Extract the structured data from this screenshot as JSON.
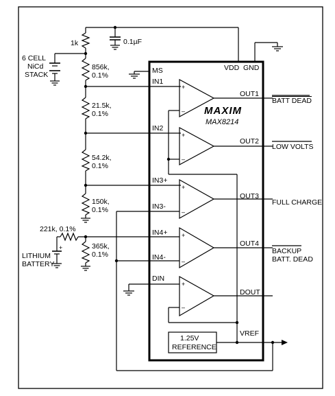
{
  "ic": {
    "logo": "MAXIM",
    "part": "MAX8214",
    "pins": {
      "vdd": "VDD",
      "gnd": "GND",
      "ms": "MS",
      "in1": "IN1",
      "in2": "IN2",
      "in3p": "IN3+",
      "in3m": "IN3-",
      "in4p": "IN4+",
      "in4m": "IN4-",
      "din": "DIN",
      "out1": "OUT1",
      "out2": "OUT2",
      "out3": "OUT3",
      "out4": "OUT4",
      "dout": "DOUT",
      "vref": "VREF"
    },
    "reference": {
      "line1": "1.25V",
      "line2": "REFERENCE"
    }
  },
  "components": {
    "r_top": "1k",
    "cap": "0.1µF",
    "battery1": {
      "line1": "6 CELL",
      "line2": "NiCd",
      "line3": "STACK"
    },
    "r1": {
      "value": "856k,",
      "tol": "0.1%"
    },
    "r2": {
      "value": "21.5k,",
      "tol": "0.1%"
    },
    "r3": {
      "value": "54.2k,",
      "tol": "0.1%"
    },
    "r4": {
      "value": "150k,",
      "tol": "0.1%"
    },
    "r5": {
      "value": "221k, 0.1%"
    },
    "r6": {
      "value": "365k,",
      "tol": "0.1%"
    },
    "battery2": {
      "line1": "LITHIUM",
      "line2": "BATTERY"
    }
  },
  "outputs": {
    "o1": "BATT DEAD",
    "o2": "LOW VOLTS",
    "o3": "FULL CHARGE",
    "o4a": "BACKUP",
    "o4b": "BATT. DEAD"
  },
  "signs": {
    "plus": "+",
    "minus": "–"
  }
}
